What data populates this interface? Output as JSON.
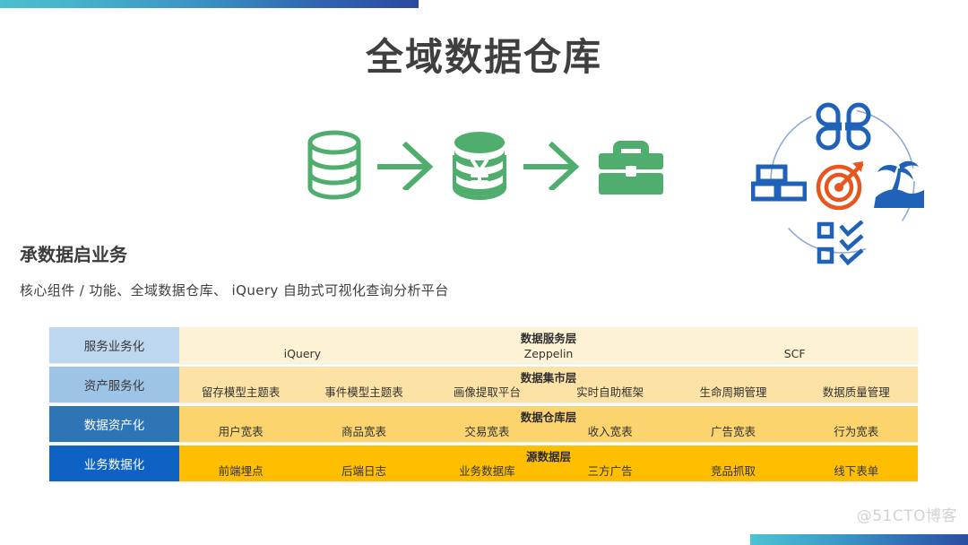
{
  "decor": {
    "top_bar_gradient_from": "#4bbfcf",
    "top_bar_gradient_to": "#2b4aa0",
    "bottom_bar_gradient_from": "#4cc3d2",
    "bottom_bar_gradient_to": "#2a4ea3"
  },
  "header": {
    "title": "全域数据仓库"
  },
  "flow": {
    "icons": [
      {
        "name": "database-icon",
        "color": "#4fae6e"
      },
      {
        "name": "arrow-right-icon",
        "color": "#4fae6e"
      },
      {
        "name": "database-yuan-icon",
        "color": "#4fae6e"
      },
      {
        "name": "arrow-right-icon",
        "color": "#4fae6e"
      },
      {
        "name": "briefcase-icon",
        "color": "#4fae6e"
      }
    ]
  },
  "cluster": {
    "ring": "dashed-circle-icon",
    "icons": [
      {
        "name": "clover-icon",
        "color": "#1f62b8"
      },
      {
        "name": "bricks-icon",
        "color": "#1f62b8"
      },
      {
        "name": "target-arrow-icon",
        "color": "#e8561f"
      },
      {
        "name": "palm-island-icon",
        "color": "#1f62b8"
      },
      {
        "name": "checklist-icon",
        "color": "#1f62b8"
      }
    ]
  },
  "section": {
    "title": "承数据启业务",
    "subtitle": "核心组件 / 功能、全域数据仓库、 iQuery 自助式可视化查询分析平台"
  },
  "table": {
    "rows": [
      {
        "label": "服务业务化",
        "layer": "数据服务层",
        "label_color": "#bdd7ee",
        "body_color": "#fdf2d4",
        "cells": [
          "iQuery",
          "Zeppelin",
          "SCF"
        ]
      },
      {
        "label": "资产服务化",
        "layer": "数据集市层",
        "label_color": "#9dc3e6",
        "body_color": "#fce3a5",
        "cells": [
          "留存模型主题表",
          "事件模型主题表",
          "画像提取平台",
          "实时自助框架",
          "生命周期管理",
          "数据质量管理"
        ]
      },
      {
        "label": "数据资产化",
        "layer": "数据仓库层",
        "label_color": "#2e75b6",
        "body_color": "#fbd46d",
        "cells": [
          "用户宽表",
          "商品宽表",
          "交易宽表",
          "收入宽表",
          "广告宽表",
          "行为宽表"
        ]
      },
      {
        "label": "业务数据化",
        "layer": "源数据层",
        "label_color": "#0d62c4",
        "body_color": "#ffbf00",
        "cells": [
          "前端埋点",
          "后端日志",
          "业务数据库",
          "三方广告",
          "竞品抓取",
          "线下表单"
        ]
      }
    ]
  },
  "watermark": {
    "text": "@51CTO博客"
  }
}
